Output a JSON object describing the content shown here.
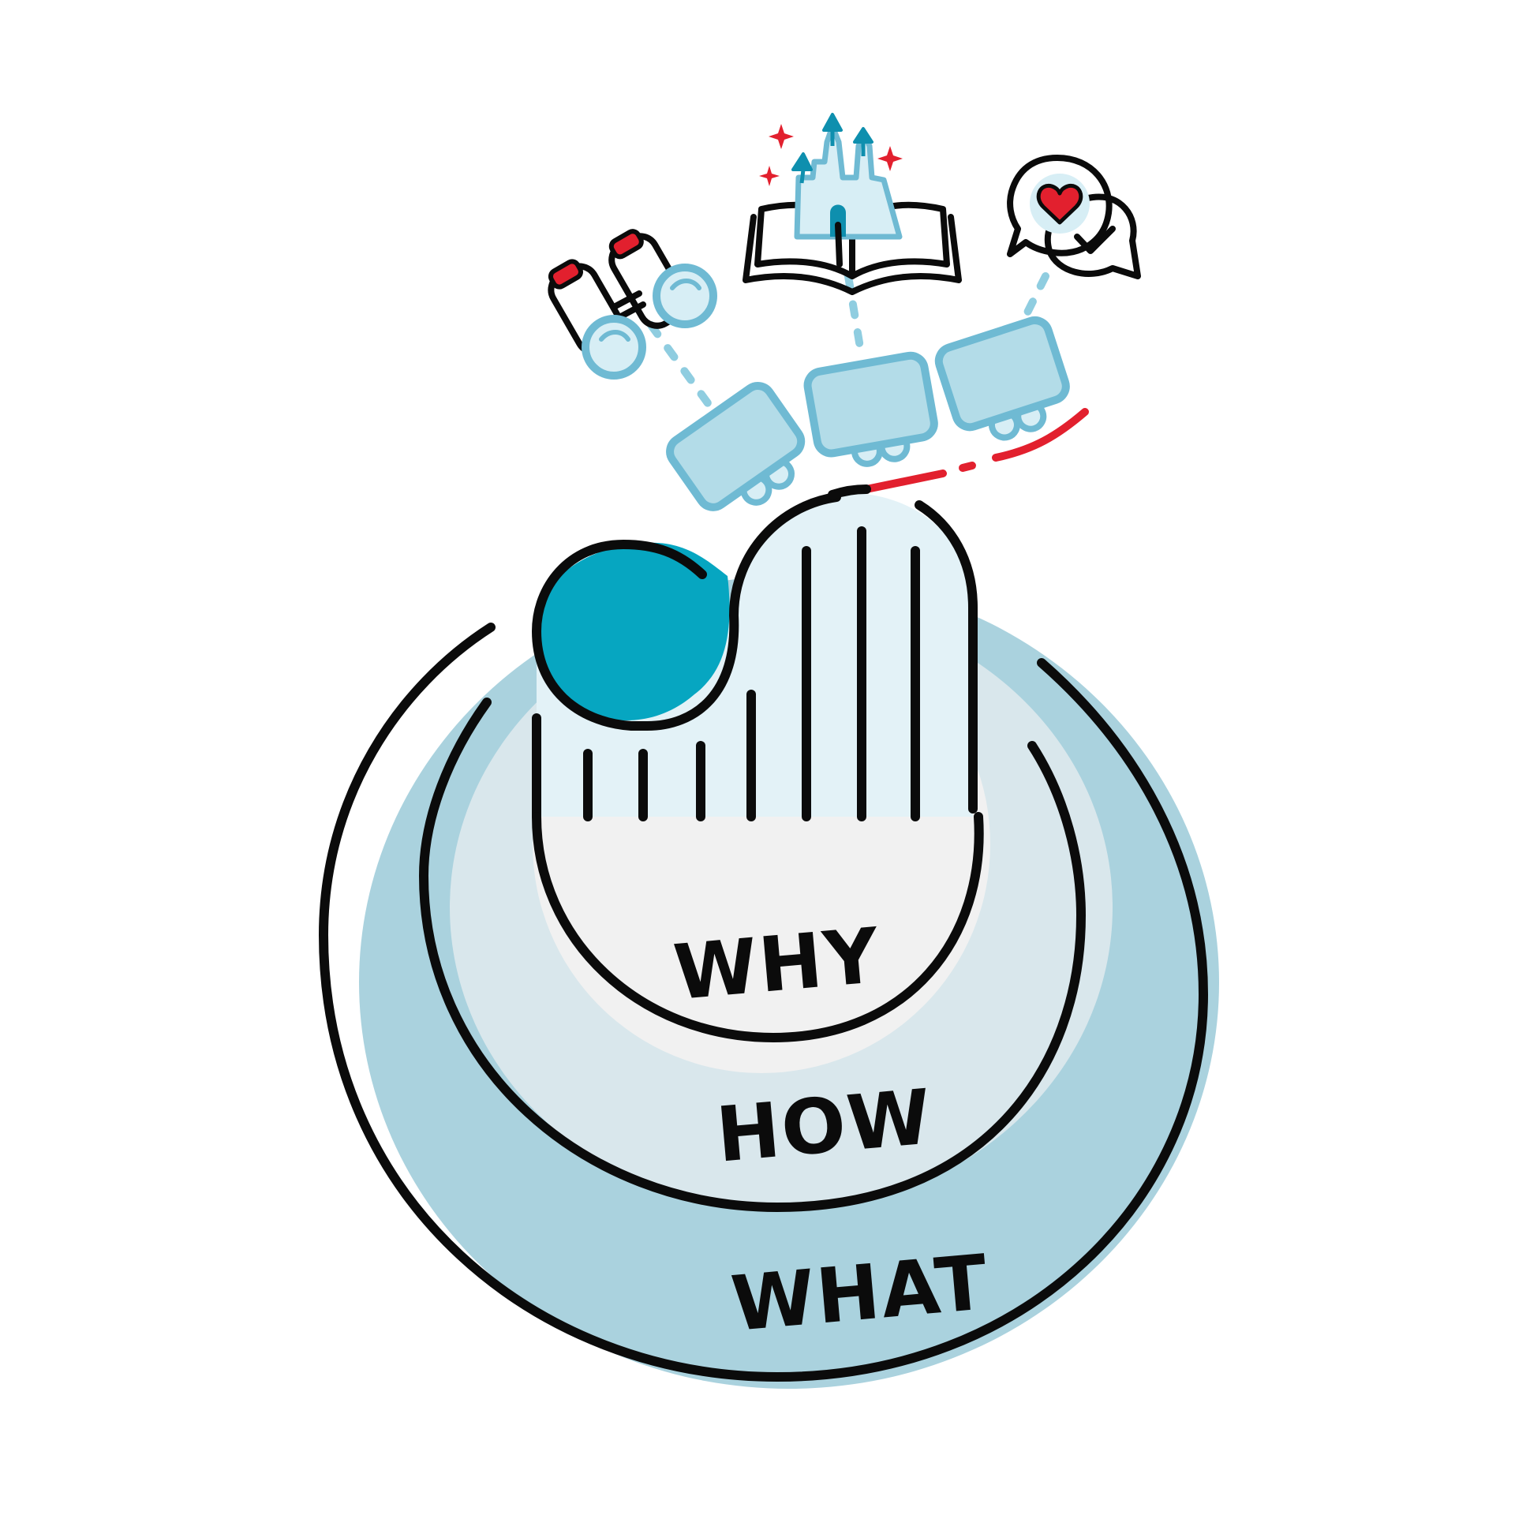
{
  "labels": {
    "inner": "WHY",
    "middle": "HOW",
    "outer": "WHAT"
  },
  "icons": [
    "binoculars-icon",
    "storybook-castle-icon",
    "chat-heart-check-icon"
  ],
  "colors": {
    "ink": "#0b0b0b",
    "outer_ring": "#aad2de",
    "middle_ring": "#d9e7ec",
    "inner_circle": "#f1f1f1",
    "coaster": "#e3f2f7",
    "teal_drop": "#06a6c1",
    "car_fill": "#b3dce8",
    "car_stroke": "#6fbad3",
    "accent_red": "#e2202e"
  }
}
